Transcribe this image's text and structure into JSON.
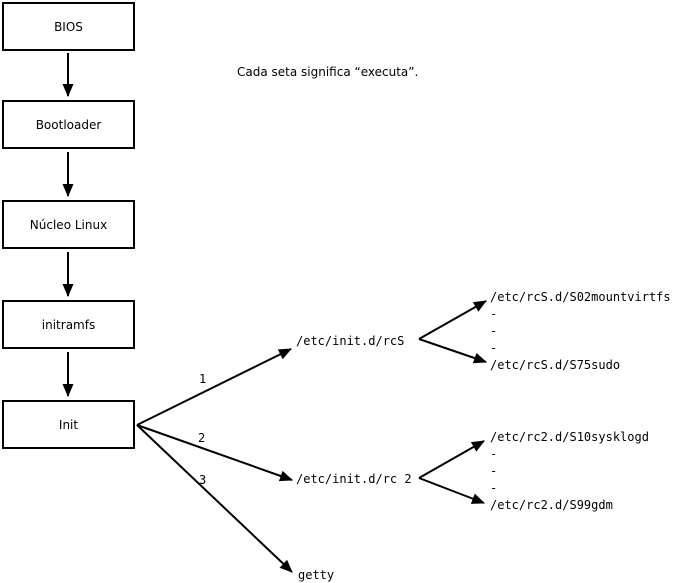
{
  "note": "Cada seta significa “executa”.",
  "boxes": [
    {
      "label": "BIOS"
    },
    {
      "label": "Bootloader"
    },
    {
      "label": "Núcleo Linux"
    },
    {
      "label": "initramfs"
    },
    {
      "label": "Init"
    }
  ],
  "branch_labels": [
    {
      "label": "1"
    },
    {
      "label": "2"
    },
    {
      "label": "3"
    }
  ],
  "targets": {
    "rcs_script": "/etc/init.d/rcS",
    "rc2_script": "/etc/init.d/rc 2",
    "getty": "getty"
  },
  "rcs_children": {
    "first": "/etc/rcS.d/S02mountvirtfs",
    "dots": [
      "-",
      "-",
      "-"
    ],
    "last": "/etc/rcS.d/S75sudo"
  },
  "rc2_children": {
    "first": "/etc/rc2.d/S10sysklogd",
    "dots": [
      "-",
      "-",
      "-"
    ],
    "last": "/etc/rc2.d/S99gdm"
  },
  "colors": {
    "line": "#000000",
    "background": "#ffffff"
  }
}
